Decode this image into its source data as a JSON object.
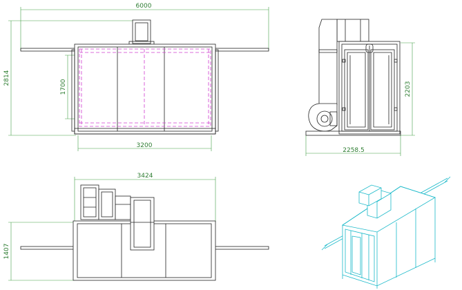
{
  "dimensions": {
    "front_width_total": "6000",
    "front_height_total": "2814",
    "front_inner_height": "1700",
    "front_inner_width": "3200",
    "side_height": "2203",
    "side_width": "2258.5",
    "top_width": "3424",
    "top_depth": "1407"
  },
  "colors": {
    "outline": "#222222",
    "dimension": "#43a047",
    "hidden_line": "#d03cd0",
    "isometric": "#1ab9c9"
  }
}
